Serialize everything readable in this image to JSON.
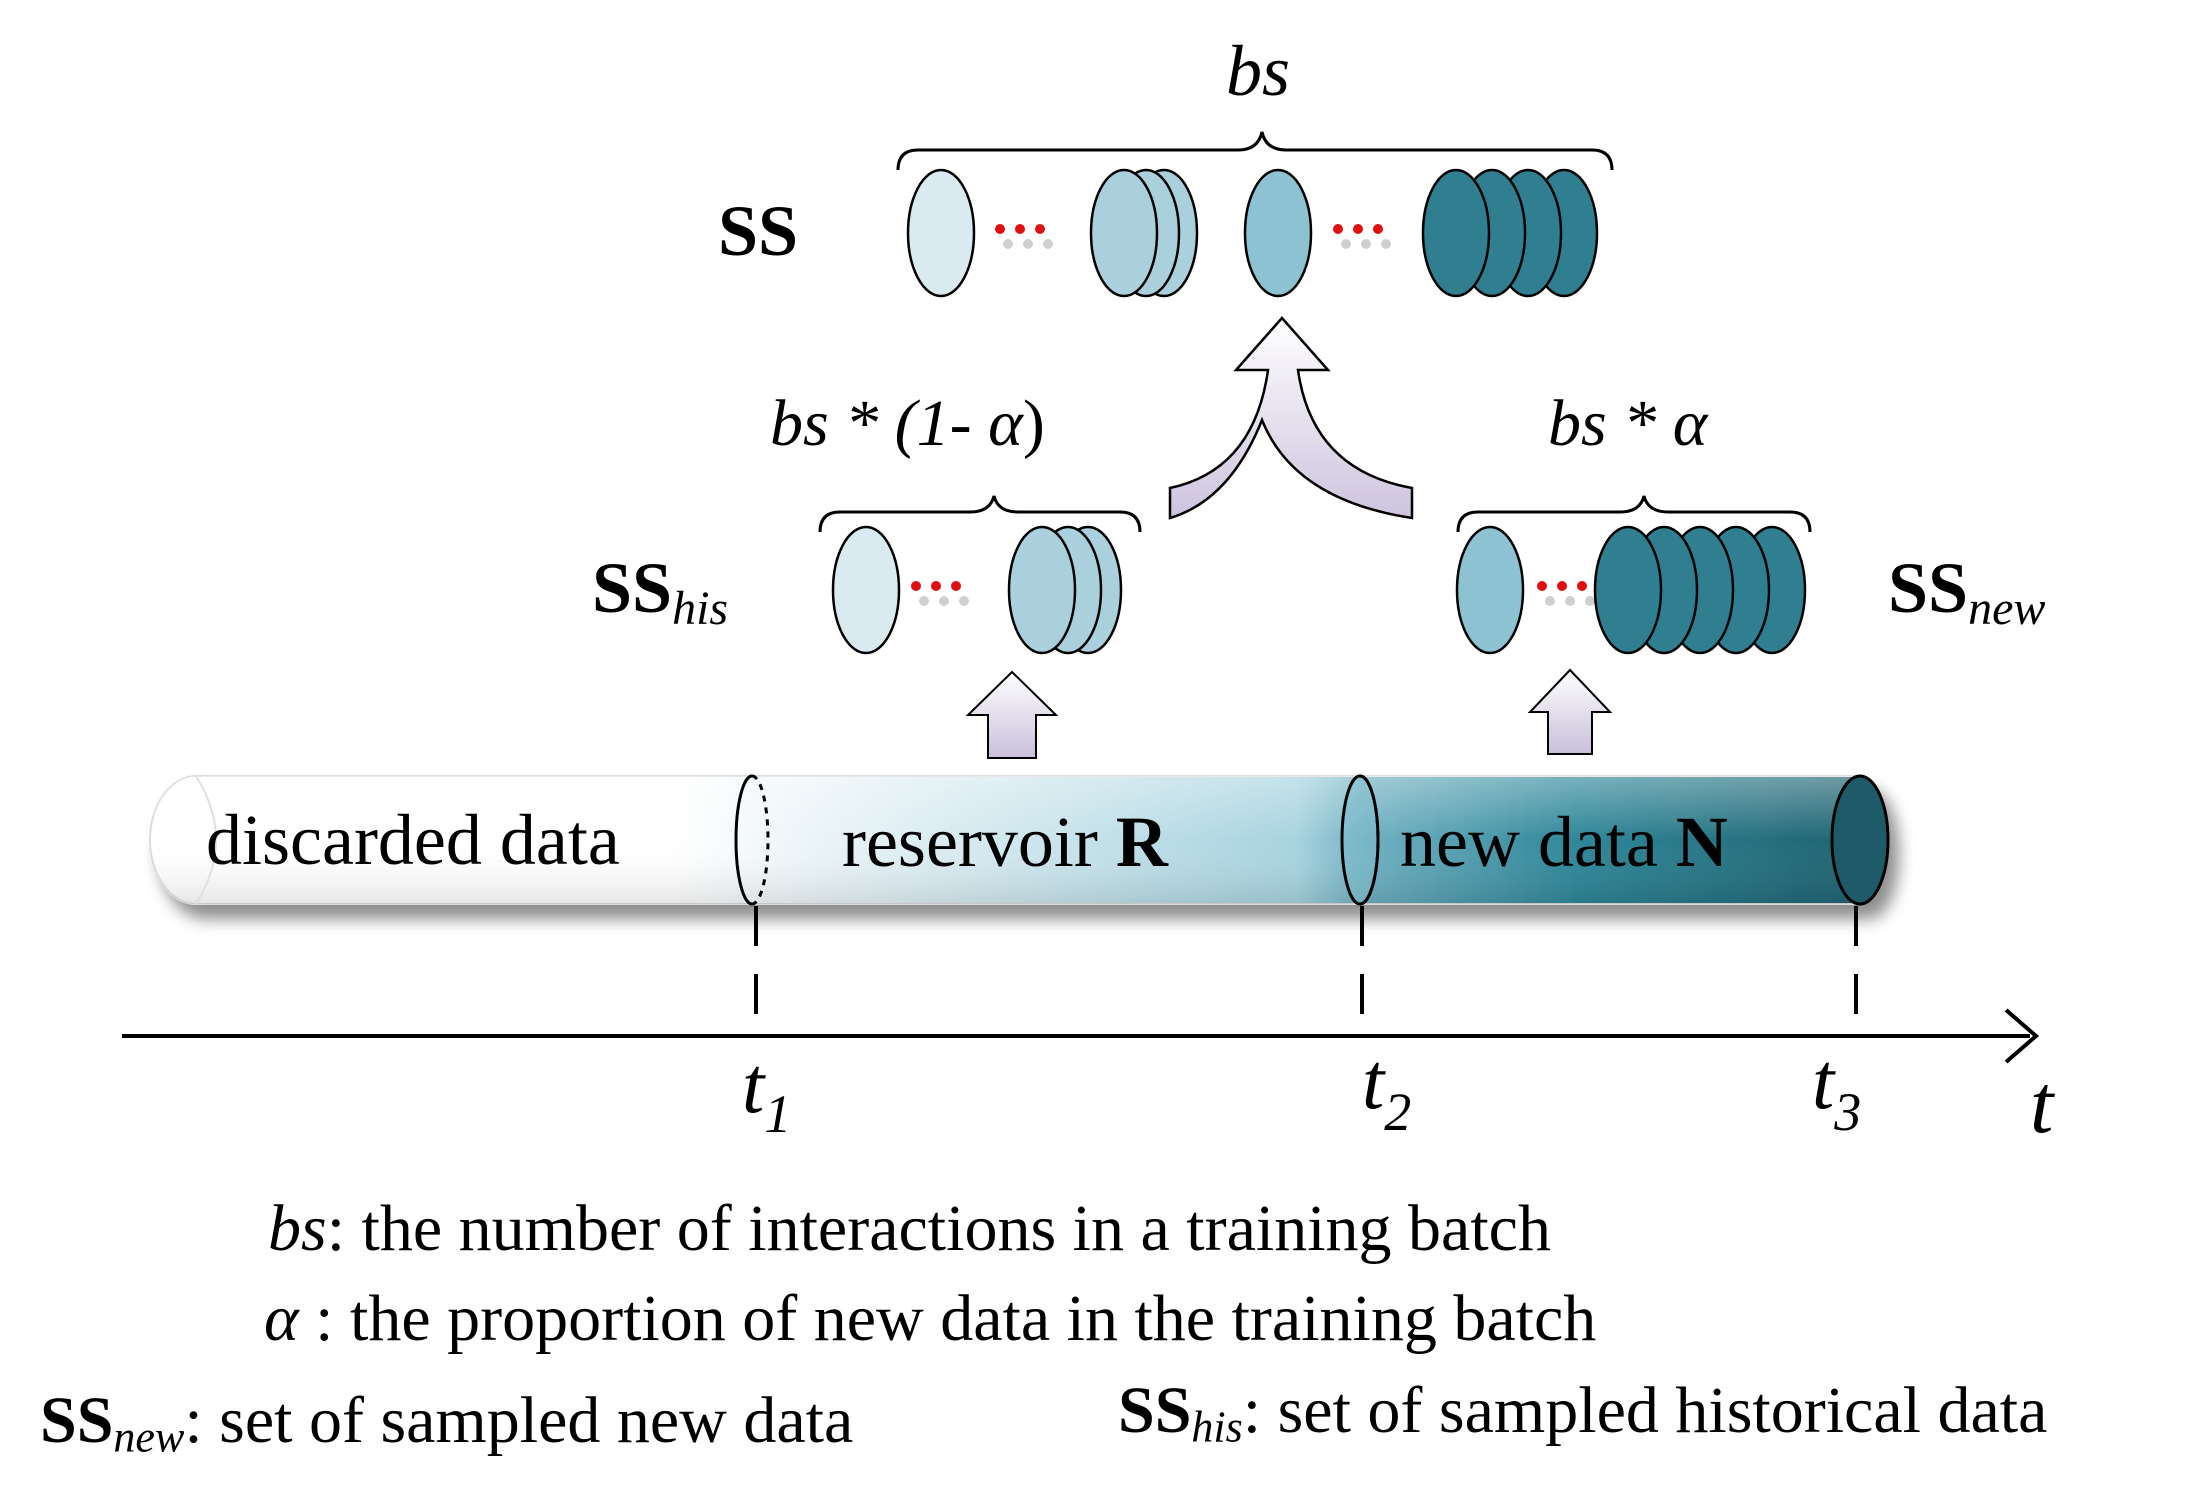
{
  "top": {
    "bracket_label": "bs",
    "set_label": "SS"
  },
  "his": {
    "bracket_label_prefix": "bs * (",
    "bracket_label_one": "1",
    "bracket_label_minus": "- ",
    "bracket_label_alpha": "α",
    "bracket_label_suffix": ")",
    "set_label_main": "SS",
    "set_label_sub": "his"
  },
  "new": {
    "bracket_label_prefix": "bs * ",
    "bracket_label_alpha": "α",
    "set_label_main": "SS",
    "set_label_sub": "new"
  },
  "cylinder": {
    "discarded_label": "discarded data",
    "reservoir_label": "reservoir ",
    "reservoir_symbol": "R",
    "new_label": "new data ",
    "new_symbol": "N"
  },
  "timeline": {
    "ticks": [
      {
        "main": "t",
        "sub": "1"
      },
      {
        "main": "t",
        "sub": "2"
      },
      {
        "main": "t",
        "sub": "3"
      }
    ],
    "axis_label": "t"
  },
  "legend": {
    "bs_term": "bs",
    "bs_def": ": the number of interactions in a training batch",
    "alpha_term": "α",
    "alpha_def": " : the proportion of new data in the training batch",
    "ssnew_main": "SS",
    "ssnew_sub": "new",
    "ssnew_def": ": set of sampled new data",
    "sshis_main": "SS",
    "sshis_sub": "his",
    "sshis_def": ": set of sampled historical data"
  },
  "colors": {
    "light": "#d6e9ef",
    "mid": "#9fcbd8",
    "mid2": "#7fbccc",
    "dark": "#2f7f91",
    "darkest": "#1e5a68",
    "arrow_fill": "#cfc6de",
    "dots_red": "#e01010",
    "dots_grey": "#d0d0d0"
  }
}
